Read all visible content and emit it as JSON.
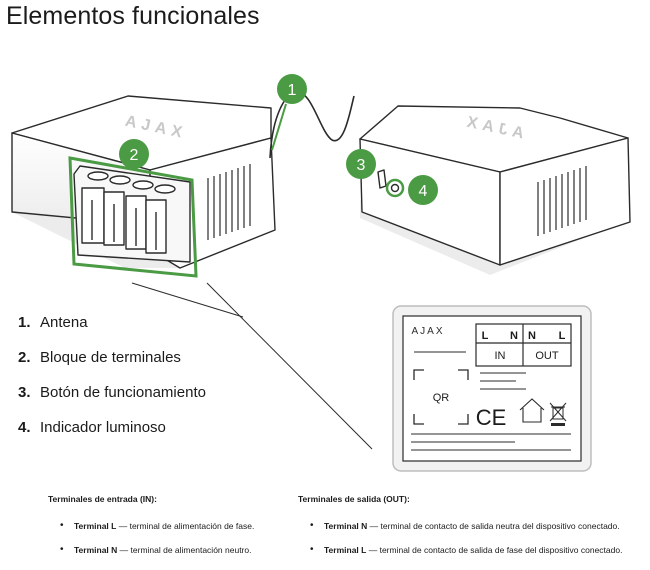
{
  "page": {
    "title": "Elementos funcionales"
  },
  "callouts": [
    "1",
    "2",
    "3",
    "4"
  ],
  "legend": [
    {
      "num": "1.",
      "label": "Antena"
    },
    {
      "num": "2.",
      "label": "Bloque de terminales"
    },
    {
      "num": "3.",
      "label": "Botón de funcionamiento"
    },
    {
      "num": "4.",
      "label": "Indicador luminoso"
    }
  ],
  "device": {
    "brand": "AJAX"
  },
  "label_sticker": {
    "brand": "AJAX",
    "in_terminals": [
      "L",
      "N"
    ],
    "out_terminals": [
      "N",
      "L"
    ],
    "in_label": "IN",
    "out_label": "OUT",
    "qr_label": "QR",
    "ce_mark": "CE"
  },
  "terminals_in": {
    "heading": "Terminales de entrada (IN):",
    "items": [
      {
        "term": "Terminal L",
        "desc": " — terminal de alimentación de fase."
      },
      {
        "term": "Terminal N",
        "desc": " — terminal de alimentación neutro."
      }
    ]
  },
  "terminals_out": {
    "heading": "Terminales de salida (OUT):",
    "items": [
      {
        "term": "Terminal N",
        "desc": " — terminal de contacto de salida neutra del dispositivo conectado."
      },
      {
        "term": "Terminal L",
        "desc": " — terminal de contacto de salida de fase del dispositivo conectado."
      }
    ]
  },
  "colors": {
    "accent": "#4a9b43",
    "line": "#2b2b2b"
  }
}
